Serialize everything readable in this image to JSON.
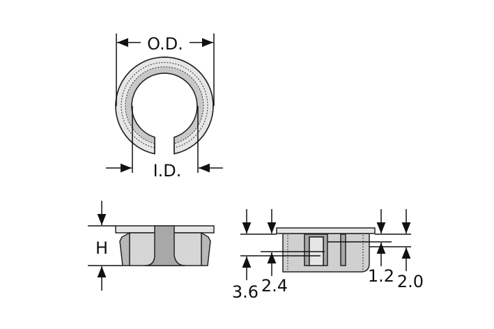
{
  "labels": {
    "outer_diameter": "O.D.",
    "inner_diameter": "I.D.",
    "height": "H",
    "dim_3_6": "3.6",
    "dim_2_4": "2.4",
    "dim_1_2": "1.2",
    "dim_2_0": "2.0"
  },
  "colors": {
    "light_gray": "#e6e6e6",
    "mid_gray": "#c8c8c8",
    "dark_gray": "#a8a8a8",
    "line": "#111111"
  }
}
